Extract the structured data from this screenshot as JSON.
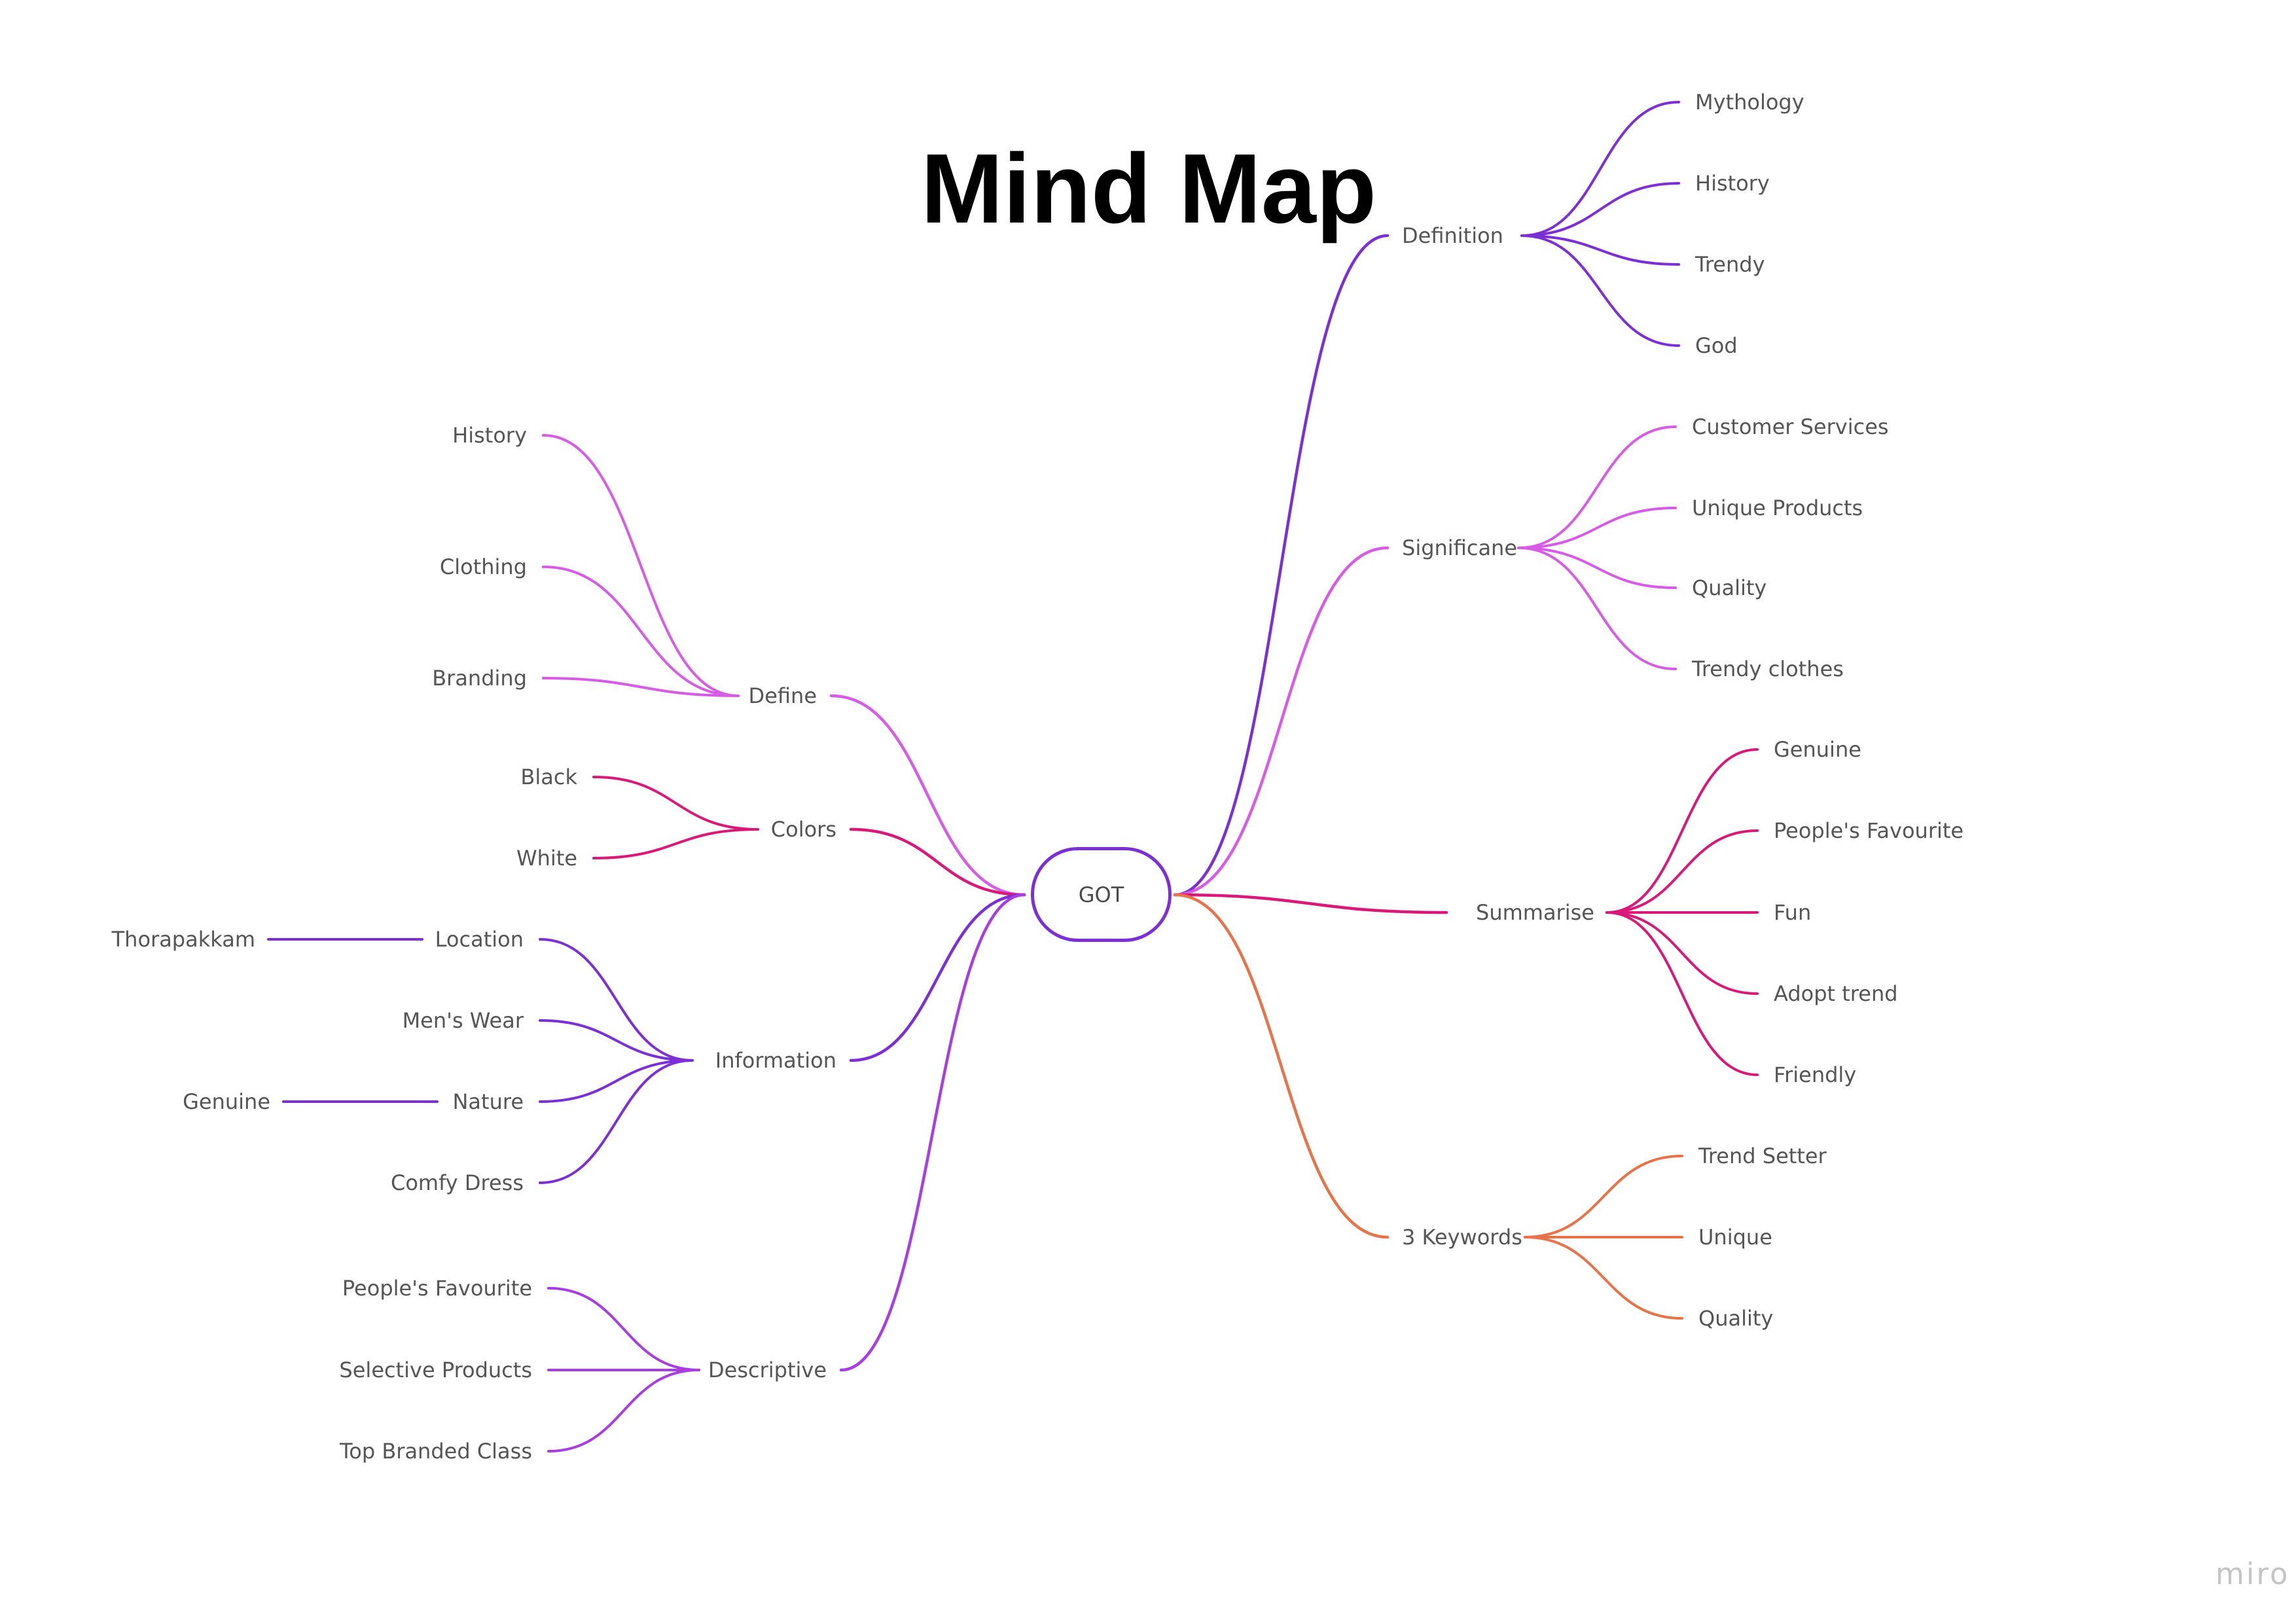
{
  "title": "Mind Map",
  "watermark": "miro",
  "root": {
    "label": "GOT"
  },
  "colors": {
    "violet": "#7b2fd4",
    "magenta": "#d65ce6",
    "crimson": "#d8197a",
    "purple": "#a83ee0",
    "orange": "#e8734a"
  },
  "branches": {
    "definition": {
      "label": "Definition",
      "color": "#7b2fd4",
      "children": [
        "Mythology",
        "History",
        "Trendy",
        "God"
      ]
    },
    "significance": {
      "label": "Significane",
      "color": "#d65ce6",
      "children": [
        "Customer Services",
        "Unique Products",
        "Quality",
        "Trendy clothes"
      ]
    },
    "summarise": {
      "label": "Summarise",
      "color": "#d8197a",
      "children": [
        "Genuine",
        "People's Favourite",
        "Fun",
        "Adopt trend",
        "Friendly"
      ]
    },
    "keywords": {
      "label": "3 Keywords",
      "color": "#e8734a",
      "children": [
        "Trend Setter",
        "Unique",
        "Quality"
      ]
    },
    "define": {
      "label": "Define",
      "color": "#d65ce6",
      "children": [
        "History",
        "Clothing",
        "Branding"
      ]
    },
    "colors_branch": {
      "label": "Colors",
      "color": "#d8197a",
      "children": [
        "Black",
        "White"
      ]
    },
    "information": {
      "label": "Information",
      "color": "#7b2fd4",
      "children": [
        "Location",
        "Men's Wear",
        "Nature",
        "Comfy Dress"
      ],
      "sub": {
        "location": "Thorapakkam",
        "nature": "Genuine"
      }
    },
    "descriptive": {
      "label": "Descriptive",
      "color": "#a83ee0",
      "children": [
        "People's Favourite",
        "Selective Products",
        "Top Branded Class"
      ]
    }
  }
}
